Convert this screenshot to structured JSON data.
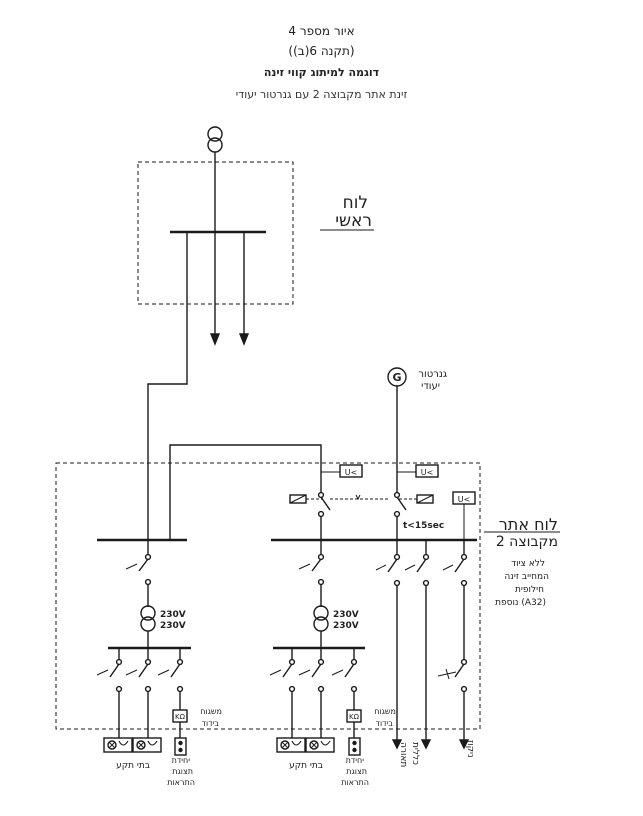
{
  "header": {
    "figure_number": "איור מספר 4",
    "regulation_ref": "(תקנה 6(ב))",
    "title": "דוגמה למיתוג קווי זינה",
    "subtitle": "זינת אתר מקבוצה 2 עם גנרטור יעודי"
  },
  "labels": {
    "main_board_1": "לוח",
    "main_board_2": "ראשי",
    "generator_symbol": "G",
    "generator_1": "גנרטור",
    "generator_2": "יעודי",
    "site_board_1": "לוח אתר",
    "site_board_2": "מקבוצה 2",
    "undervoltage": "U<",
    "delay": "t<15sec",
    "no_backup_1": "ללא ציוד",
    "no_backup_2": "המחייב זינה",
    "no_backup_3": "חילופית",
    "no_backup_4": "נוספת (A32)",
    "transformer_voltage_1": "230V",
    "transformer_voltage_2": "230V",
    "ohm_symbol": "KΩ",
    "insulation_monitor_1": "משגוח",
    "insulation_monitor_2": "בידוד",
    "sockets": "בתי תקע",
    "alarm_1": "יחידת",
    "alarm_2": "תצוגת",
    "alarm_3": "התראות",
    "lighting": "תאורה",
    "general": "כללית",
    "drain": "ניקוז"
  }
}
